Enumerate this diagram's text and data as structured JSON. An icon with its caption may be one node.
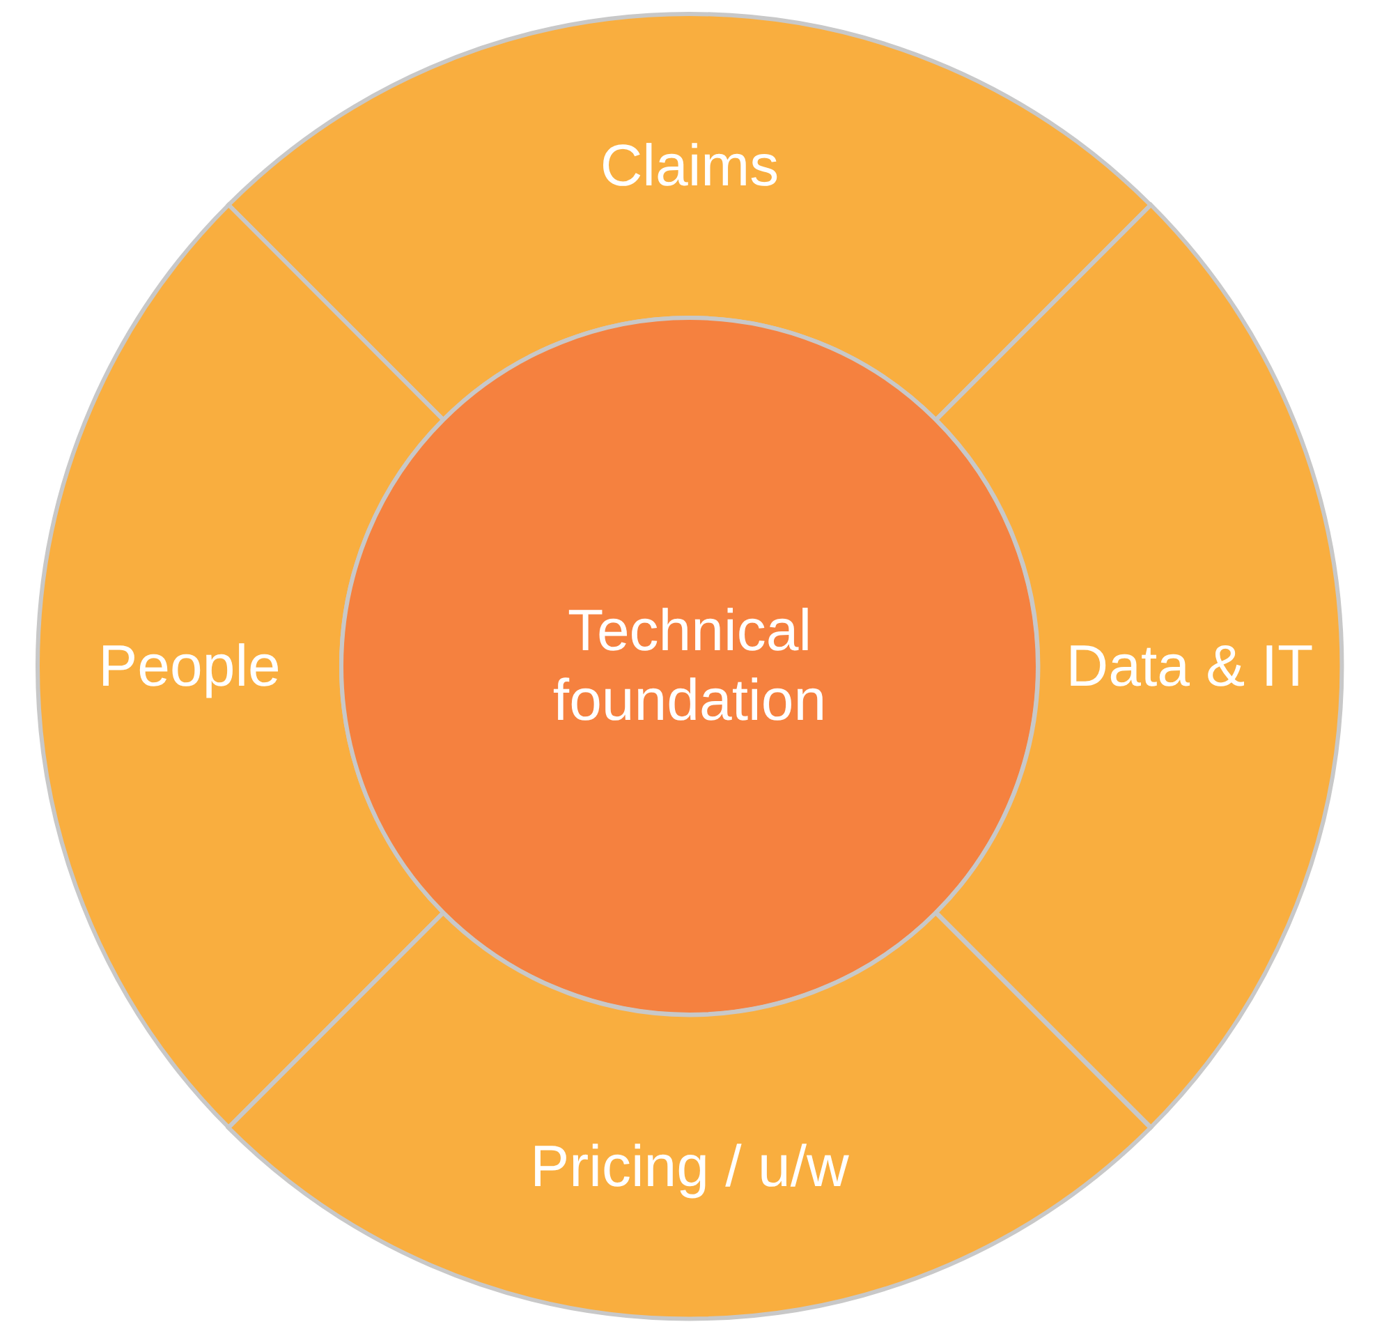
{
  "diagram": {
    "nodes": [
      {
        "text": [
          "Claims"
        ]
      },
      {
        "text": [
          "People"
        ]
      },
      {
        "text": [
          "Technical foundation"
        ]
      },
      {
        "text": [
          "Data & IT"
        ]
      },
      {
        "text": [
          "Pricing / u/w"
        ]
      }
    ]
  }
}
